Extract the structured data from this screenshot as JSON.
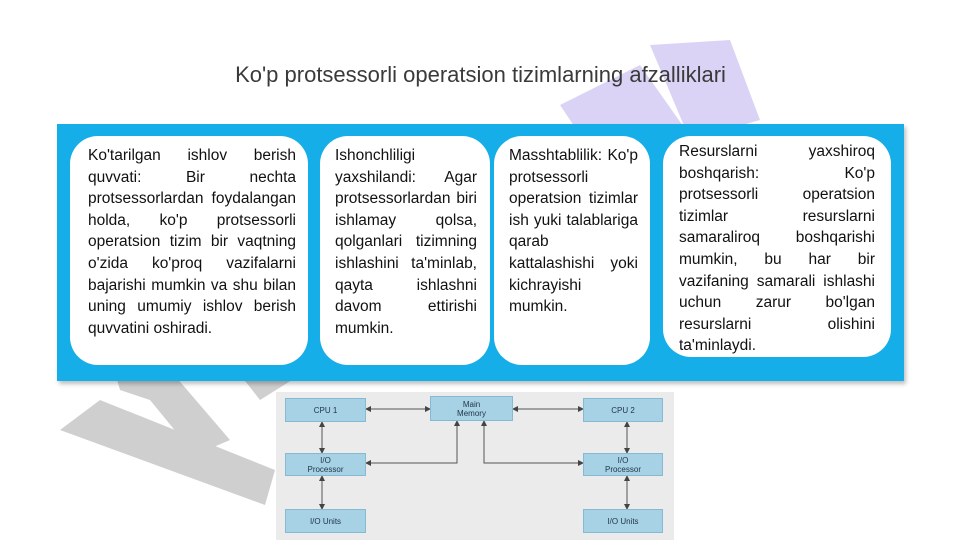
{
  "slide": {
    "title": "Ko'p protsessorli operatsion tizimlarning afzalliklari",
    "cards": [
      {
        "text": "Ko'tarilgan ishlov berish quvvati: Bir nechta protsessorlardan foydalangan holda, ko'p protsessorli operatsion tizim bir vaqtning o'zida ko'proq vazifalarni bajarishi mumkin va shu bilan uning umumiy ishlov berish quvvatini oshiradi."
      },
      {
        "text": "Ishonchliligi yaxshilandi: Agar protsessorlardan biri ishlamay qolsa, qolganlari tizimning ishlashini ta'minlab, qayta ishlashni davom ettirishi mumkin."
      },
      {
        "text": "Masshtablilik: Ko'p protsessorli operatsion tizimlar ish yuki talablariga qarab kattalashishi yoki kichrayishi mumkin."
      },
      {
        "text": "Resurslarni yaxshiroq boshqarish: Ko'p protsessorli operatsion tizimlar resurslarni samaraliroq boshqarishi mumkin, bu har bir vazifaning samarali ishlashi uchun zarur bo'lgan resurslarni olishini ta'minlaydi."
      }
    ],
    "band_color": "#16aee8"
  },
  "diagram": {
    "cpu1": "CPU 1",
    "memory": [
      "Main",
      "Memory"
    ],
    "cpu2": "CPU 2",
    "io_left": [
      "I/O",
      "Processor"
    ],
    "io_right": [
      "I/O",
      "Processor"
    ],
    "units_left": "I/O Units",
    "units_right": "I/O Units"
  },
  "watermark": {
    "text": "Hujjat",
    "color": "#9c9c9c"
  }
}
